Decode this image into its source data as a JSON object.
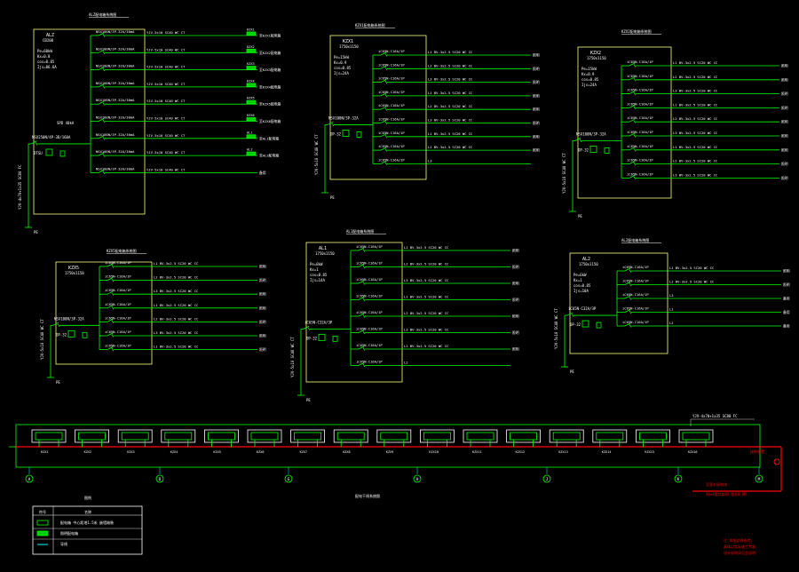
{
  "colors": {
    "background": "#000000",
    "line": "#00ff00",
    "box": "#ffff80",
    "text": "#ffffff",
    "red": "#ff0000",
    "cyan": "#00ffff",
    "fill_green": "#00cc00"
  },
  "panels": [
    {
      "id": "alz",
      "title": "ALZ配电箱系统图",
      "box_label": "ALZ",
      "box_sub": "CB200",
      "params": [
        "Pe=60kW",
        "Kx=0.8",
        "cos=0.85",
        "Ijs=86.6A"
      ],
      "main_breaker": "NSX250N/4P-3D/160A",
      "meter": "DTSU",
      "spd": "SPD 40kA",
      "feed_cable": "YJV-4x70+1x35 SC80 FC",
      "earth": "PE",
      "branches": [
        {
          "breaker": "NSX100N/3P-32A/30mA",
          "cable": "YJV-5x10 SC40 WC CT",
          "tag": "KZX1",
          "dest": "至KZX1配电箱"
        },
        {
          "breaker": "NSX100N/3P-32A/30mA",
          "cable": "YJV-5x10 SC40 WC CT",
          "tag": "KZX2",
          "dest": "至KZX2配电箱"
        },
        {
          "breaker": "NSX100N/3P-32A/30mA",
          "cable": "YJV-5x10 SC40 WC CT",
          "tag": "KZX3",
          "dest": "至KZX3配电箱"
        },
        {
          "breaker": "NSX100N/3P-32A/30mA",
          "cable": "YJV-5x10 SC40 WC CT",
          "tag": "KZX4",
          "dest": "至KZX4配电箱"
        },
        {
          "breaker": "NSX100N/3P-32A/30mA",
          "cable": "YJV-5x10 SC40 WC CT",
          "tag": "KZX5",
          "dest": "至KZX5配电箱"
        },
        {
          "breaker": "NSX100N/3P-32A/30mA",
          "cable": "YJV-5x10 SC40 WC CT",
          "tag": "KZX6",
          "dest": "至KZX6配电箱"
        },
        {
          "breaker": "NSX100N/3P-32A/30mA",
          "cable": "YJV-5x10 SC40 WC CT",
          "tag": "AL1",
          "dest": "至AL1配电箱"
        },
        {
          "breaker": "NSX100N/3P-32A/30mA",
          "cable": "YJV-5x10 SC40 WC CT",
          "tag": "AL2",
          "dest": "至AL2配电箱"
        },
        {
          "breaker": "NSX100N/3P-32A/30mA",
          "cable": "YJV-5x10 SC40 WC CT",
          "tag": "",
          "dest": "备用"
        }
      ]
    },
    {
      "id": "kzx1",
      "title": "KZX1配电箱系统图",
      "box_label": "KZX1",
      "box_sub": "1750x1150",
      "params": [
        "Pe=15kW",
        "Kx=0.9",
        "cos=0.85",
        "Ijs=24A"
      ],
      "main_breaker": "NSX100N/3P-32A",
      "meter": "DP-32",
      "feed_cable": "YJV-5x10 SC40 WC CT",
      "earth": "PE",
      "branches": [
        {
          "breaker": "iC65N-C16A/1P",
          "cable": "L1 BV-3x2.5 SC20 WC CC",
          "dest": "照明"
        },
        {
          "breaker": "iC65N-C16A/1P",
          "cable": "L2 BV-3x2.5 SC20 WC CC",
          "dest": "照明"
        },
        {
          "breaker": "iC65N-C16A/1P",
          "cable": "L3 BV-3x2.5 SC20 WC CC",
          "dest": "照明"
        },
        {
          "breaker": "iC65N-C16A/1P",
          "cable": "L1 BV-3x2.5 SC20 WC CC",
          "dest": "照明"
        },
        {
          "breaker": "iC65N-C16A/1P",
          "cable": "L2 BV-3x2.5 SC20 WC CC",
          "dest": "照明"
        },
        {
          "breaker": "iC65N-C16A/1P",
          "cable": "L3 BV-3x2.5 SC20 WC CC",
          "dest": "照明"
        },
        {
          "breaker": "iC65N-C16A/1P",
          "cable": "L1 BV-3x2.5 SC20 WC CC",
          "dest": "照明"
        },
        {
          "breaker": "iC65N-C16A/1P",
          "cable": "L2 BV-3x2.5 SC20 WC CC",
          "dest": "照明"
        },
        {
          "breaker": "iC65N-C16A/1P",
          "cable": "L3",
          "dest": ""
        }
      ]
    },
    {
      "id": "kzx2",
      "title": "KZX2配电箱系统图",
      "box_label": "KZX2",
      "box_sub": "1750x1150",
      "params": [
        "Pe=15kW",
        "Kx=0.9",
        "cos=0.85",
        "Ijs=24A"
      ],
      "main_breaker": "NSX100N/3P-32A",
      "meter": "DP-32",
      "feed_cable": "YJV-5x10 SC40 WC CT",
      "earth": "PE",
      "branches": [
        {
          "breaker": "iC65N-C16A/1P",
          "cable": "L1 BV-3x2.5 SC20 WC CC",
          "dest": "照明"
        },
        {
          "breaker": "iC65N-C16A/1P",
          "cable": "L2 BV-3x2.5 SC20 WC CC",
          "dest": "照明"
        },
        {
          "breaker": "iC65N-C16A/1P",
          "cable": "L3 BV-3x2.5 SC20 WC CC",
          "dest": "照明"
        },
        {
          "breaker": "iC65N-C16A/1P",
          "cable": "L1 BV-3x2.5 SC20 WC CC",
          "dest": "照明"
        },
        {
          "breaker": "iC65N-C16A/1P",
          "cable": "L2 BV-3x2.5 SC20 WC CC",
          "dest": "照明"
        },
        {
          "breaker": "iC65N-C16A/1P",
          "cable": "L3 BV-3x2.5 SC20 WC CC",
          "dest": "照明"
        },
        {
          "breaker": "iC65N-C16A/1P",
          "cable": "L1 BV-3x2.5 SC20 WC CC",
          "dest": "照明"
        },
        {
          "breaker": "iC65N-C16A/1P",
          "cable": "L2 BV-3x2.5 SC20 WC CC",
          "dest": "照明"
        },
        {
          "breaker": "iC65N-C16A/1P",
          "cable": "L3 BV-3x2.5 SC20 WC CC",
          "dest": "照明"
        }
      ]
    },
    {
      "id": "kzx5",
      "title": "KZX5配电箱系统图",
      "box_label": "KZX5",
      "box_sub": "1750x1150",
      "params": [],
      "main_breaker": "NSX100N/3P-32A",
      "meter": "DP-32",
      "feed_cable": "YJV-5x10 SC40 WC CT",
      "earth": "PE",
      "branches": [
        {
          "breaker": "iC65N-C16A/1P",
          "cable": "L1 BV-3x2.5 SC20 WC CC",
          "dest": "照明"
        },
        {
          "breaker": "iC65N-C16A/1P",
          "cable": "L2 BV-3x2.5 SC20 WC CC",
          "dest": "照明"
        },
        {
          "breaker": "iC65N-C16A/1P",
          "cable": "L3 BV-3x2.5 SC20 WC CC",
          "dest": "照明"
        },
        {
          "breaker": "iC65N-C16A/1P",
          "cable": "L1 BV-3x2.5 SC20 WC CC",
          "dest": "照明"
        },
        {
          "breaker": "iC65N-C16A/1P",
          "cable": "L2 BV-3x2.5 SC20 WC CC",
          "dest": "照明"
        },
        {
          "breaker": "iC65N-C16A/1P",
          "cable": "L3 BV-3x2.5 SC20 WC CC",
          "dest": "照明"
        },
        {
          "breaker": "iC65N-C16A/1P",
          "cable": "L1 BV-3x2.5 SC20 WC CC",
          "dest": "照明"
        }
      ]
    },
    {
      "id": "al1",
      "title": "AL1配电箱系统图",
      "box_label": "AL1",
      "box_sub": "1750x1150",
      "params": [
        "Pe=8kW",
        "Kx=1",
        "cos=0.85",
        "Ijs=14A"
      ],
      "main_breaker": "iC65N-C32A/3P",
      "meter": "DP-32",
      "feed_cable": "YJV-5x10 SC40 WC CT",
      "earth": "PE",
      "branches": [
        {
          "breaker": "iC65N-C16A/1P",
          "cable": "L1 BV-3x2.5 SC20 WC CC",
          "dest": "照明"
        },
        {
          "breaker": "iC65N-C16A/1P",
          "cable": "L2 BV-3x2.5 SC20 WC CC",
          "dest": "照明"
        },
        {
          "breaker": "iC65N-C16A/1P",
          "cable": "L3 BV-3x2.5 SC20 WC CC",
          "dest": "照明"
        },
        {
          "breaker": "iC65N-C16A/1P",
          "cable": "L1 BV-3x2.5 SC20 WC CC",
          "dest": "照明"
        },
        {
          "breaker": "iC65N-C16A/1P",
          "cable": "L2 BV-3x2.5 SC20 WC CC",
          "dest": "照明"
        },
        {
          "breaker": "iC65N-C16A/1P",
          "cable": "L3 BV-3x2.5 SC20 WC CC",
          "dest": "照明"
        },
        {
          "breaker": "iC65N-C16A/1P",
          "cable": "L1 BV-3x2.5 SC20 WC CC",
          "dest": "照明"
        },
        {
          "breaker": "iC65N-C16A/1P",
          "cable": "L2",
          "dest": ""
        }
      ]
    },
    {
      "id": "al2",
      "title": "AL2配电箱系统图",
      "box_label": "AL2",
      "box_sub": "1750x1150",
      "params": [
        "Pe=6kW",
        "Kx=1",
        "cos=0.85",
        "Ijs=10A"
      ],
      "main_breaker": "iC65N-C32A/3P",
      "meter": "DP-32",
      "feed_cable": "YJV-5x10 SC40 WC CT",
      "earth": "PE",
      "branches": [
        {
          "breaker": "iC65N-C16A/1P",
          "cable": "L1 BV-3x2.5 SC20 WC CC",
          "dest": "照明"
        },
        {
          "breaker": "iC65N-C16A/1P",
          "cable": "L2 BV-3x2.5 SC20 WC CC",
          "dest": "照明"
        },
        {
          "breaker": "iC65N-C16A/1P",
          "cable": "L3",
          "dest": "备用"
        },
        {
          "breaker": "iC65N-C16A/1P",
          "cable": "L1",
          "dest": "备用"
        },
        {
          "breaker": "iC65N-C16A/1P",
          "cable": "L2",
          "dest": "备用"
        }
      ]
    }
  ],
  "bus_section": {
    "title": "配电干线系统图",
    "top_note": "YJV-4x70+1x35 SC80 FC",
    "right_note": "接地装置",
    "cable_note": "至室外接地体",
    "cable_note2": "40x4镀锌扁钢 埋深0.8M",
    "axes": [
      "A",
      "D",
      "G",
      "H",
      "J",
      "K",
      "M"
    ],
    "cells": [
      "KZX1",
      "KZX2",
      "KZX3",
      "KZX4",
      "KZX5",
      "KZX6",
      "KZX7",
      "KZX8",
      "KZX9",
      "KZX10",
      "KZX11",
      "KZX12",
      "KZX13",
      "KZX14",
      "KZX15",
      "KZX16"
    ]
  },
  "legend": {
    "title": "图例",
    "headers": [
      "符号",
      "名称"
    ],
    "rows": [
      {
        "name": "配电箱 中心距地1.5米 嵌墙暗装"
      },
      {
        "name": "照明配电箱"
      },
      {
        "name": "导线"
      }
    ]
  },
  "footer_note": {
    "lines": [
      "注:本图仅供参考,",
      "具体以实际施工为准",
      "设计说明详见总说明"
    ]
  }
}
